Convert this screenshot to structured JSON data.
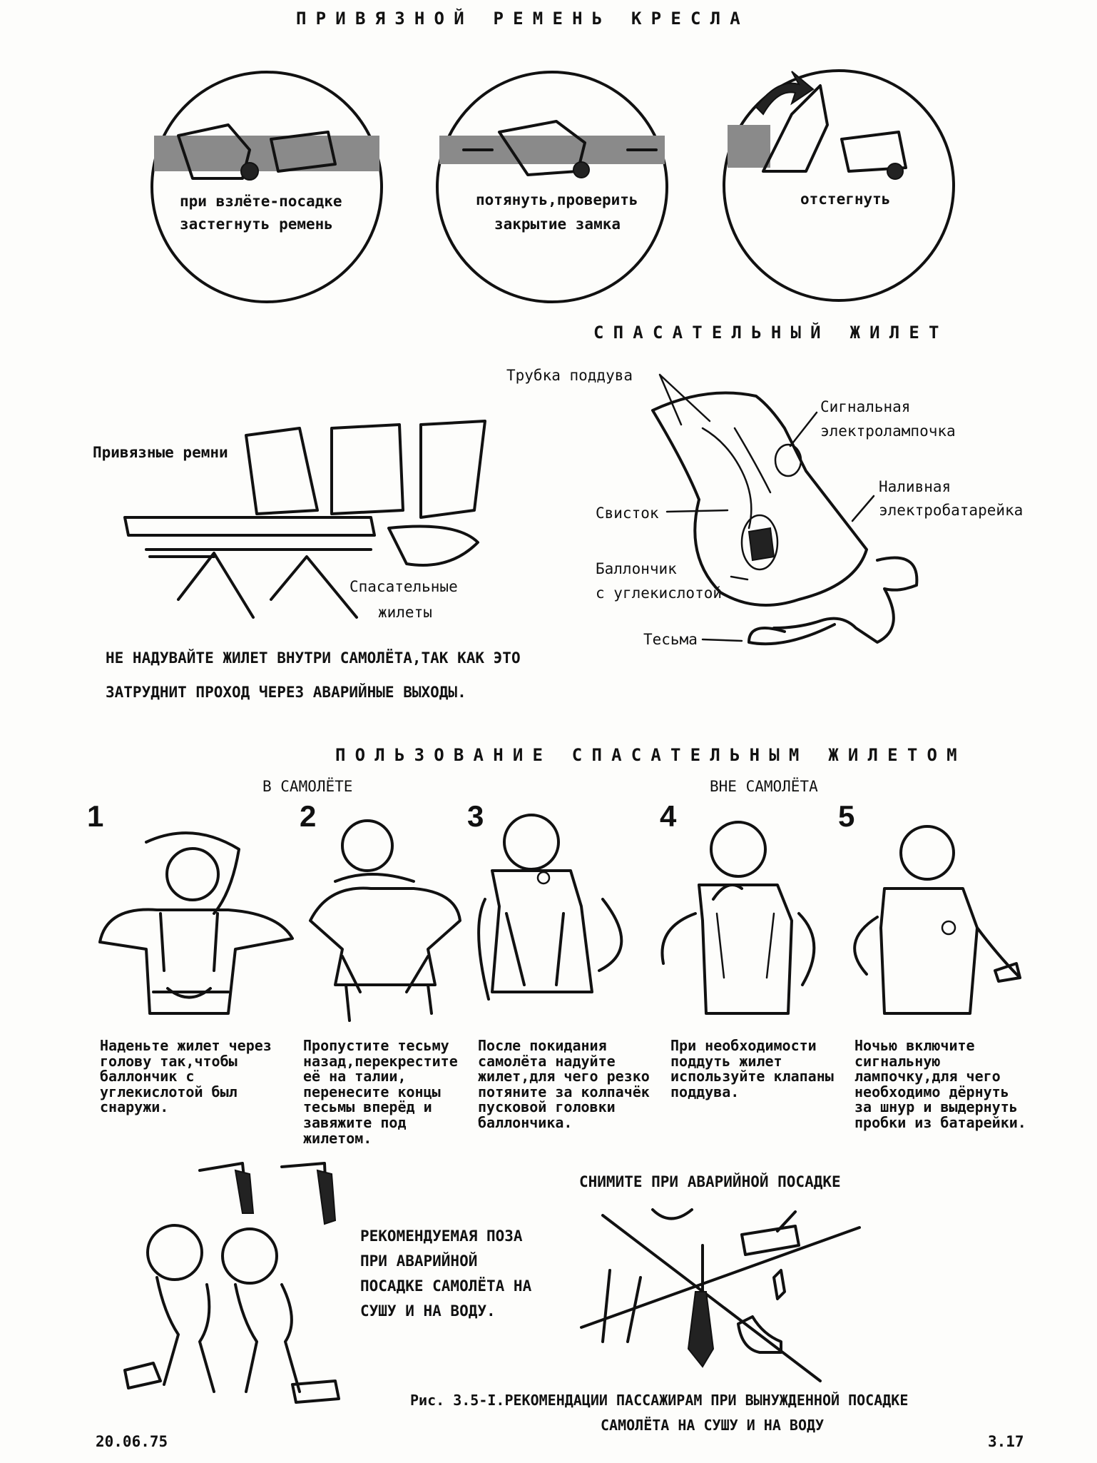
{
  "seatbelt": {
    "title": "ПРИВЯЗНОЙ РЕМЕНЬ КРЕСЛА",
    "steps": [
      {
        "line1": "при взлёте-посадке",
        "line2": "застегнуть  ремень"
      },
      {
        "line1": "потянуть,проверить",
        "line2": "закрытие замка"
      },
      {
        "line1": "отстегнуть",
        "line2": ""
      }
    ]
  },
  "seats": {
    "belts_label": "Привязные ремни",
    "vests_label_1": "Спасательные",
    "vests_label_2": "жилеты"
  },
  "warning": {
    "line1": "НЕ НАДУВАЙТЕ ЖИЛЕТ ВНУТРИ САМОЛЁТА,ТАК КАК ЭТО",
    "line2": "ЗАТРУДНИТ ПРОХОД ЧЕРЕЗ АВАРИЙНЫЕ ВЫХОДЫ."
  },
  "vest": {
    "title": "СПАСАТЕЛЬНЫЙ ЖИЛЕТ",
    "labels": {
      "tube": "Трубка поддува",
      "lamp_1": "Сигнальная",
      "lamp_2": "электролампочка",
      "battery_1": "Наливная",
      "battery_2": "электробатарейка",
      "whistle": "Свисток",
      "cylinder_1": "Баллончик",
      "cylinder_2": "с углекислотой",
      "strap": "Тесьма"
    }
  },
  "usage": {
    "title": "ПОЛЬЗОВАНИЕ СПАСАТЕЛЬНЫМ ЖИЛЕТОМ",
    "inside_label": "В САМОЛЁТЕ",
    "outside_label": "ВНЕ САМОЛЁТА",
    "steps": [
      {
        "num": "1",
        "text": "Наденьте жилет через голову так,чтобы баллончик с углекислотой был снаружи."
      },
      {
        "num": "2",
        "text": "Пропустите тесьму назад,перекрестите её на талии, перенесите концы тесьмы вперёд и завяжите под жилетом."
      },
      {
        "num": "3",
        "text": "После покидания самолёта надуйте жилет,для чего резко потяните за колпачёк пусковой головки баллончика."
      },
      {
        "num": "4",
        "text": "При необходимости поддуть жилет используйте клапаны поддува."
      },
      {
        "num": "5",
        "text": "Ночью включите сигнальную лампочку,для чего необходимо дёрнуть за шнур и выдернуть пробки из батарейки."
      }
    ]
  },
  "brace": {
    "line1": "РЕКОМЕНДУЕМАЯ ПОЗА",
    "line2": "ПРИ АВАРИЙНОЙ",
    "line3": "ПОСАДКЕ САМОЛЁТА НА",
    "line4": "СУШУ И НА ВОДУ."
  },
  "remove": {
    "title": "СНИМИТЕ ПРИ АВАРИЙНОЙ ПОСАДКЕ"
  },
  "caption": {
    "line1": "Рис. 3.5-I.РЕКОМЕНДАЦИИ ПАССАЖИРАМ ПРИ ВЫНУЖДЕННОЙ ПОСАДКЕ",
    "line2": "САМОЛЁТА НА СУШУ И НА ВОДУ"
  },
  "footer": {
    "date": "20.06.75",
    "page": "3.17"
  }
}
